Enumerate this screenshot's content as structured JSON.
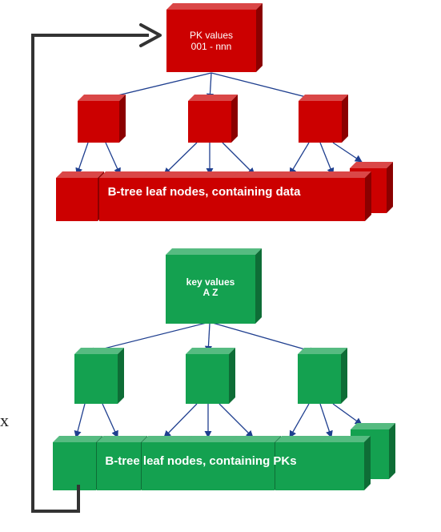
{
  "top_tree": {
    "root_line1": "PK values",
    "root_line2": "001 - nnn",
    "leaf_label": "B-tree leaf nodes, containing data",
    "color": "#cc0000"
  },
  "bottom_tree": {
    "root_line1": "key values",
    "root_line2": "A  Z",
    "leaf_label": "B-tree leaf nodes, containing PKs",
    "color": "#14a150"
  },
  "edge_text": "x",
  "connector_color": "#333333",
  "arrow_color": "#1f3f8f"
}
